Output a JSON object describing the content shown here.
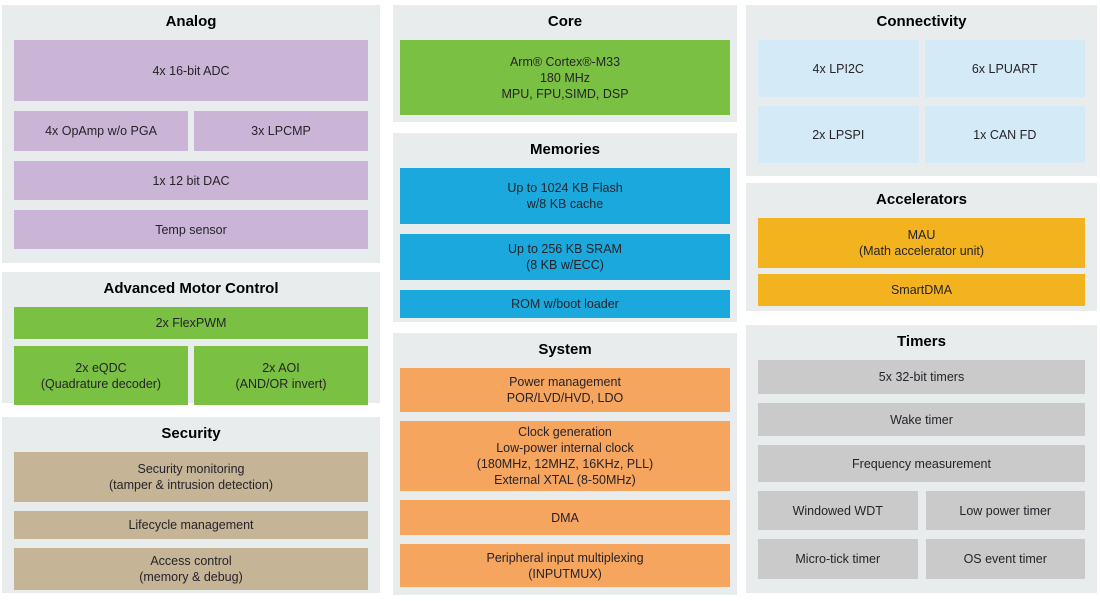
{
  "sections": {
    "analog": {
      "title": "Analog",
      "blocks": {
        "adc": "4x 16-bit ADC",
        "opamp": "4x OpAmp w/o PGA",
        "lpcmp": "3x LPCMP",
        "dac": "1x 12 bit DAC",
        "temp_sensor": "Temp sensor"
      }
    },
    "motor": {
      "title": "Advanced Motor Control",
      "blocks": {
        "flexpwm": "2x FlexPWM",
        "eqdc": "2x eQDC\n(Quadrature decoder)",
        "aoi": "2x AOI\n(AND/OR invert)"
      }
    },
    "security": {
      "title": "Security",
      "blocks": {
        "monitoring": "Security monitoring\n(tamper & intrusion detection)",
        "lifecycle": "Lifecycle management",
        "access": "Access control\n(memory & debug)"
      }
    },
    "core": {
      "title": "Core",
      "blocks": {
        "cpu": "Arm® Cortex®-M33\n180 MHz\nMPU, FPU,SIMD, DSP"
      }
    },
    "memories": {
      "title": "Memories",
      "blocks": {
        "flash": "Up to 1024 KB Flash\nw/8 KB cache",
        "sram": "Up to 256 KB SRAM\n(8 KB w/ECC)",
        "rom": "ROM w/boot loader"
      }
    },
    "system": {
      "title": "System",
      "blocks": {
        "power": "Power management\nPOR/LVD/HVD, LDO",
        "clock": "Clock generation\nLow-power internal clock\n(180MHz, 12MHZ, 16KHz, PLL)\nExternal XTAL (8-50MHz)",
        "dma": "DMA",
        "inputmux": "Peripheral input multiplexing\n(INPUTMUX)"
      }
    },
    "connectivity": {
      "title": "Connectivity",
      "blocks": {
        "lpi2c": "4x LPI2C",
        "lpuart": "6x LPUART",
        "lpspi": "2x LPSPI",
        "canfd": "1x CAN FD"
      }
    },
    "accelerators": {
      "title": "Accelerators",
      "blocks": {
        "mau": "MAU\n(Math accelerator unit)",
        "smartdma": "SmartDMA"
      }
    },
    "timers": {
      "title": "Timers",
      "blocks": {
        "timers32": "5x 32-bit timers",
        "wake": "Wake timer",
        "freq": "Frequency measurement",
        "wwdt": "Windowed WDT",
        "lptimer": "Low power timer",
        "utick": "Micro-tick timer",
        "ostimer": "OS event timer"
      }
    }
  },
  "colors": {
    "panel_bg": "#e8eced",
    "analog": "#cbb5d6",
    "motor_core_green": "#7ac143",
    "security": "#c5b496",
    "memories": "#1ba8dc",
    "system": "#f5a55e",
    "connectivity": "#d4eaf6",
    "accelerators": "#f2b31e",
    "timers": "#cacaca"
  }
}
